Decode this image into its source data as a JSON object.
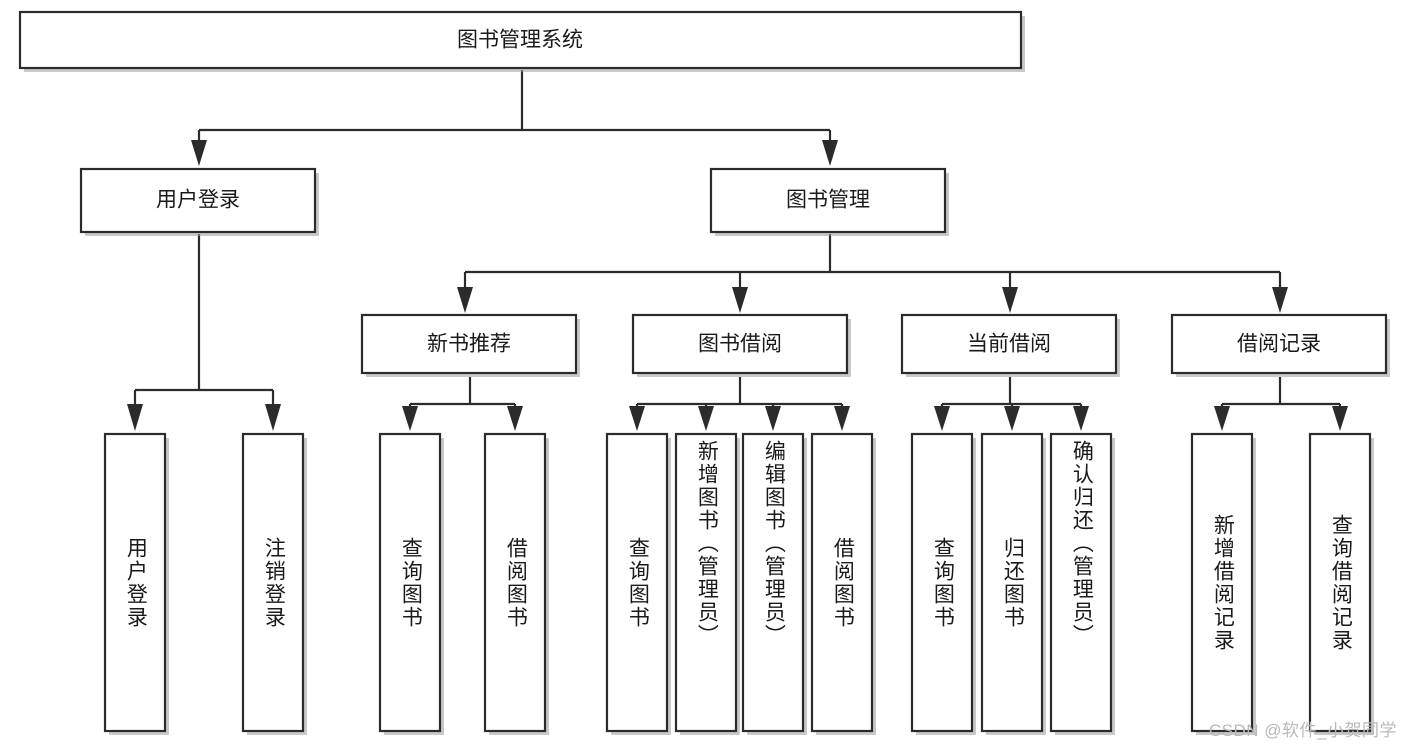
{
  "diagram": {
    "title": "图书管理系统",
    "type": "tree-hierarchy-diagram",
    "colors": {
      "stroke": "#2b2b2b",
      "fill": "#ffffff",
      "text": "#1a1a1a",
      "shadow": "#9d9d9d",
      "watermark": "#b9b9b9"
    }
  },
  "root": {
    "label": "图书管理系统"
  },
  "level2": [
    {
      "label": "用户登录"
    },
    {
      "label": "图书管理"
    }
  ],
  "level3": [
    {
      "label": "新书推荐"
    },
    {
      "label": "图书借阅"
    },
    {
      "label": "当前借阅"
    },
    {
      "label": "借阅记录"
    }
  ],
  "leaves": {
    "user_login": [
      {
        "label": "用户登录"
      },
      {
        "label": "注销登录"
      }
    ],
    "new_book": [
      {
        "label": "查询图书"
      },
      {
        "label": "借阅图书"
      }
    ],
    "book_borrow": [
      {
        "label": "查询图书"
      },
      {
        "label": "新增图书（管理员）"
      },
      {
        "label": "编辑图书（管理员）"
      },
      {
        "label": "借阅图书"
      }
    ],
    "current_borrow": [
      {
        "label": "查询图书"
      },
      {
        "label": "归还图书"
      },
      {
        "label": "确认归还（管理员）"
      }
    ],
    "borrow_record": [
      {
        "label": "新增借阅记录"
      },
      {
        "label": "查询借阅记录"
      }
    ]
  },
  "watermark": {
    "text": "CSDN @软件_小贺同学"
  }
}
